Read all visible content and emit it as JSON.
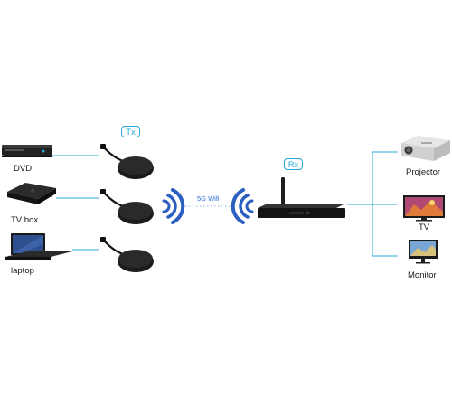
{
  "sources": [
    {
      "label": "DVD",
      "icon": "dvd-player-icon"
    },
    {
      "label": "TV box",
      "icon": "tv-box-icon"
    },
    {
      "label": "laptop",
      "icon": "laptop-icon"
    }
  ],
  "transmitter": {
    "tag": "Tx",
    "icon": "dongle-icon"
  },
  "receiver": {
    "tag": "Rx",
    "icon": "receiver-box-icon"
  },
  "link": {
    "label": "5G Wifi",
    "icon": "wifi-signal-icon"
  },
  "displays": [
    {
      "label": "Projector",
      "icon": "projector-icon"
    },
    {
      "label": "TV",
      "icon": "tv-icon"
    },
    {
      "label": "Monitor",
      "icon": "monitor-icon"
    }
  ],
  "colors": {
    "accent": "#2aa9d8",
    "wifi": "#2a5fc0",
    "device": "#1c1c1c"
  }
}
